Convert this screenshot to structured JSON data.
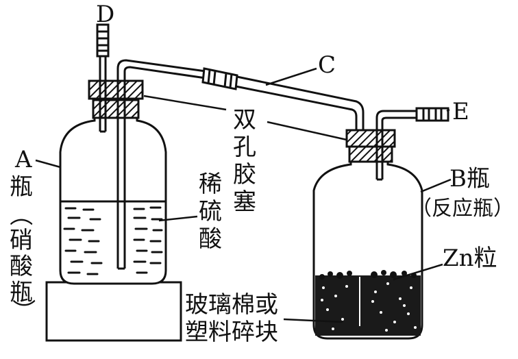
{
  "labels": {
    "d": "D",
    "c": "C",
    "e": "E",
    "a": "A",
    "a_ping": "瓶",
    "a_sub": [
      "（",
      "硝",
      "酸",
      "瓶",
      "）"
    ],
    "acid": [
      "稀",
      "硫",
      "酸"
    ],
    "stopper": [
      "双",
      "孔",
      "胶",
      "塞"
    ],
    "b": "B瓶",
    "b_sub": "（反应瓶）",
    "zn": "Zn粒",
    "wool_line1": "玻璃棉或",
    "wool_line2": "塑料碎块"
  },
  "colors": {
    "ink": "#111111",
    "paper": "#ffffff"
  }
}
